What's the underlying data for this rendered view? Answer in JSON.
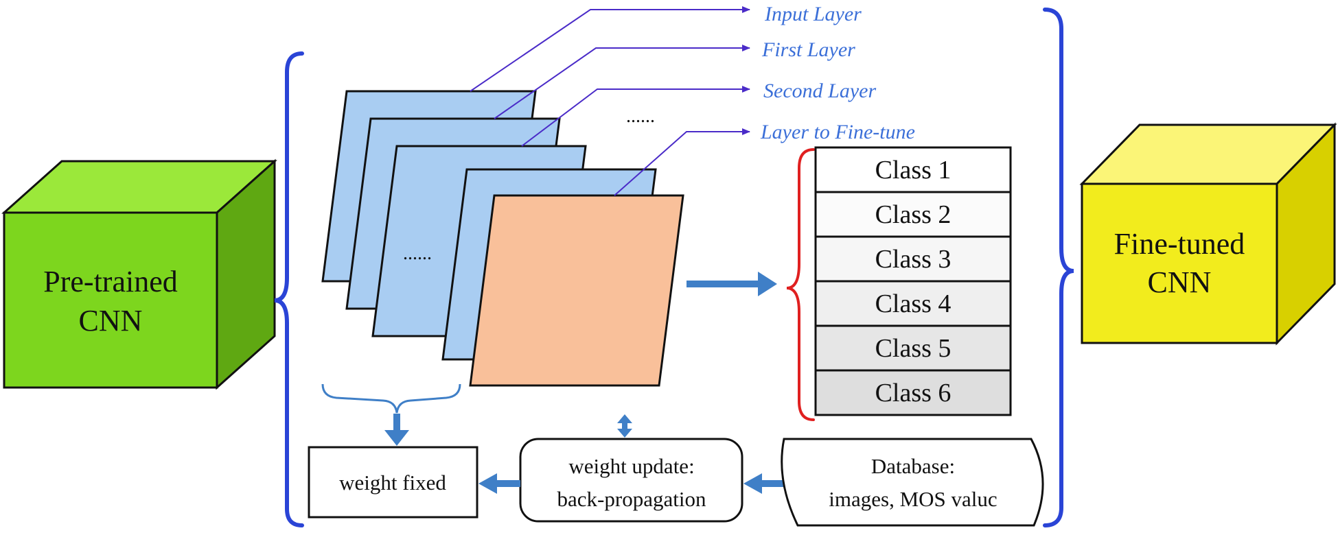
{
  "diagram": {
    "pretrained": {
      "line1": "Pre-trained",
      "line2": "CNN",
      "color": "#7dd61e"
    },
    "finetuned": {
      "line1": "Fine-tuned",
      "line2": "CNN",
      "color": "#f2ec1d"
    },
    "layer_labels": {
      "input": "Input Layer",
      "first": "First Layer",
      "second": "Second Layer",
      "finetune": "Layer to Fine-tune"
    },
    "ellipsis_top": "......",
    "ellipsis_mid": "......",
    "classes": [
      "Class 1",
      "Class 2",
      "Class 3",
      "Class 4",
      "Class 5",
      "Class 6"
    ],
    "weight_fixed": "weight fixed",
    "weight_update": {
      "line1": "weight update:",
      "line2": "back-propagation"
    },
    "database": {
      "line1": "Database:",
      "line2": "images, MOS valuc"
    },
    "colors": {
      "layer_blue": "#a9cdf2",
      "finetune_layer": "#f9c09a",
      "brace_blue": "#2a44d6",
      "class_brace_red": "#e02020",
      "label_blue": "#3b6fd8",
      "leader_line": "#4a2bc8",
      "arrow_blue": "#3f7fc7"
    }
  }
}
